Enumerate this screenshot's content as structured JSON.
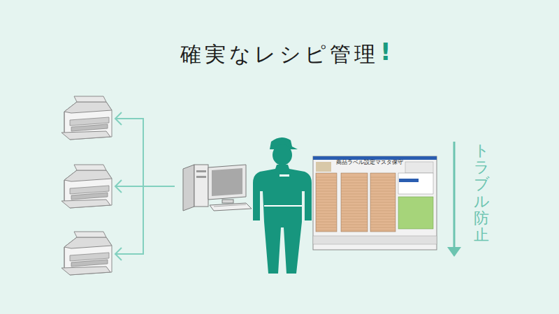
{
  "diagram": {
    "title": "確実なレシピ管理",
    "labels": [
      "!",
      "商品ラベル設定マスタ保守",
      "トラブル防止"
    ]
  }
}
